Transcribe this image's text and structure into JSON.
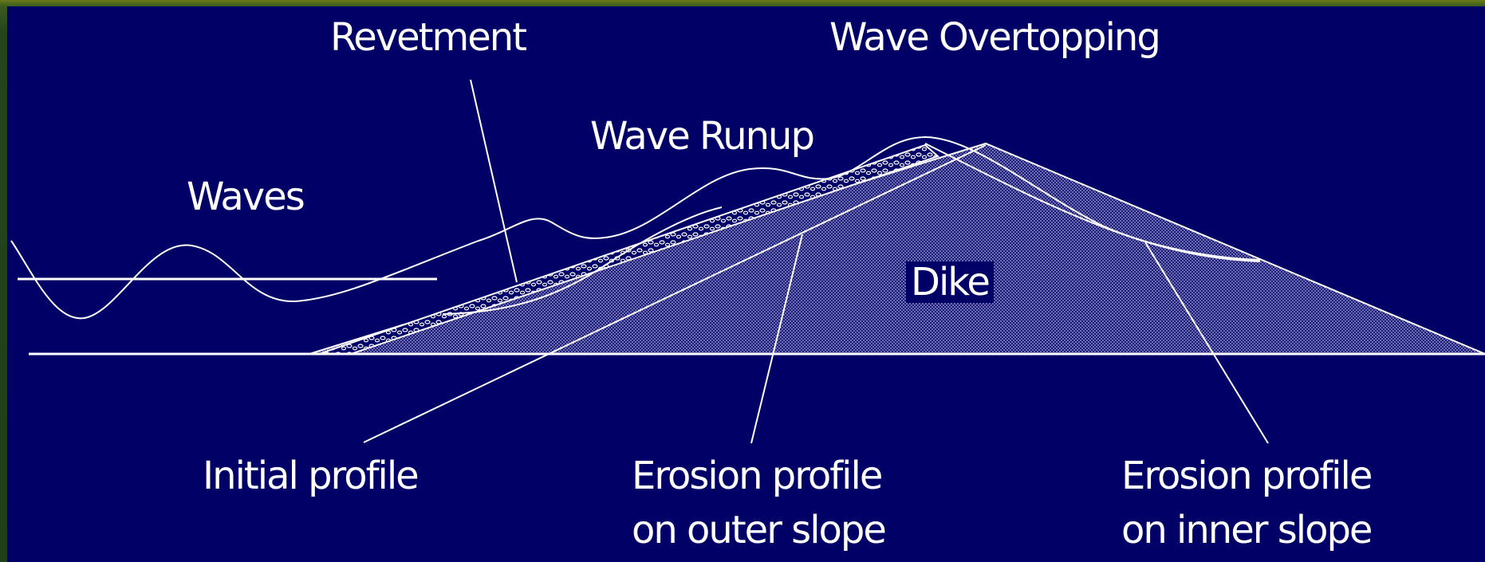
{
  "labels": {
    "revetment": "Revetment",
    "wave_overtopping": "Wave Overtopping",
    "wave_runup": "Wave Runup",
    "waves": "Waves",
    "dike": "Dike",
    "initial_profile": "Initial profile",
    "erosion_outer_line1": "Erosion profile",
    "erosion_outer_line2": "on outer slope",
    "erosion_inner_line1": "Erosion profile",
    "erosion_inner_line2": "on inner slope"
  },
  "colors": {
    "background": "#000066",
    "frame": "#2a4a1e",
    "lines": "#ffffff",
    "dike_fill": "#4a4a8c"
  }
}
